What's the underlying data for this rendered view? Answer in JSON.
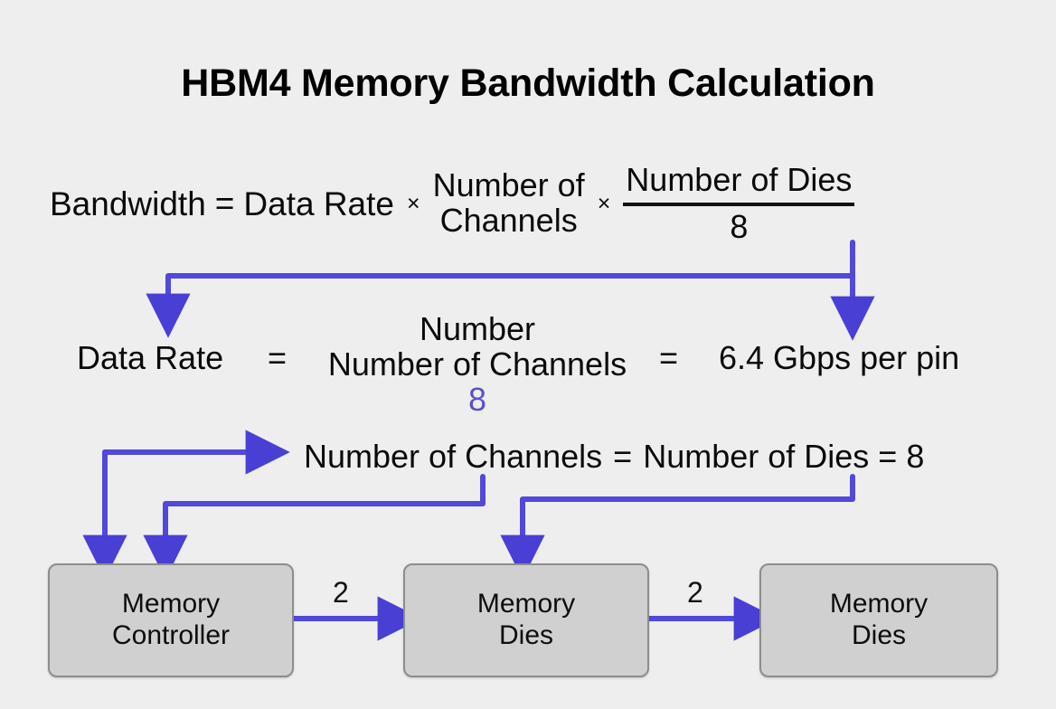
{
  "page": {
    "title": "HBM4 Memory Bandwidth Calculation",
    "background_color": "#eeeeee",
    "accent_color": "#5248d9",
    "node_fill": "#d0d0d0",
    "node_stroke": "#8d8d8d",
    "text_color": "#0a0a0a"
  },
  "formula": {
    "lhs": "Bandwidth",
    "equals": "=",
    "term1": "Data Rate",
    "times1": "×",
    "term2_line1": "Number of",
    "term2_line2": "Channels",
    "times2": "×",
    "frac_numerator": "Number of Dies",
    "frac_denominator": "8"
  },
  "row2": {
    "label": "Data Rate",
    "equals1": "=",
    "stack_top": "Number",
    "stack_mid": "Number of Channels",
    "stack_bottom": "8",
    "equals2": "=",
    "value": "6.4 Gbps per pin"
  },
  "row3": {
    "left": "Number of Channels",
    "equals1": "=",
    "right": "Number of Dies = 8"
  },
  "nodes": [
    {
      "id": "memory-controller",
      "line1": "Memory",
      "line2": "Controller"
    },
    {
      "id": "memory-dies-1",
      "line1": "Memory",
      "line2": "Dies"
    },
    {
      "id": "memory-dies-2",
      "line1": "Memory",
      "line2": "Dies"
    }
  ],
  "edge_labels": {
    "mc_to_md1": "2",
    "md1_to_md2": "2"
  },
  "chart_data": {
    "type": "diagram",
    "title": "HBM4 Memory Bandwidth Calculation",
    "equations": [
      "Bandwidth = Data Rate × Number of Channels × (Number of Dies / 8)",
      "Data Rate = Number / Number of Channels / 8 = 6.4 Gbps per pin",
      "Number of Channels = Number of Dies = 8"
    ],
    "blocks": [
      "Memory Controller",
      "Memory Dies",
      "Memory Dies"
    ],
    "block_connections": [
      {
        "from": "Memory Controller",
        "to": "Memory Dies",
        "label": "2"
      },
      {
        "from": "Memory Dies",
        "to": "Memory Dies",
        "label": "2"
      }
    ]
  }
}
